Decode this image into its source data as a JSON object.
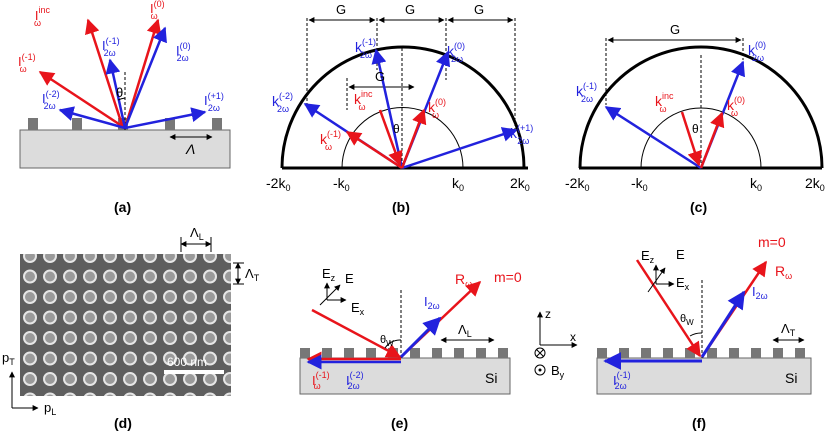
{
  "panels": {
    "a": {
      "caption": "(a)",
      "beams": {
        "inc": {
          "main": "I",
          "sub": "ω",
          "sup": "inc"
        },
        "r0": {
          "main": "I",
          "sub": "ω",
          "sup": "(0)"
        },
        "rm1": {
          "main": "I",
          "sub": "ω",
          "sup": "(-1)"
        },
        "b_m1": {
          "main": "I",
          "sub": "2ω",
          "sup": "(-1)"
        },
        "b0": {
          "main": "I",
          "sub": "2ω",
          "sup": "(0)"
        },
        "b_m2": {
          "main": "I",
          "sub": "2ω",
          "sup": "(-2)"
        },
        "b_p1": {
          "main": "I",
          "sub": "2ω",
          "sup": "(+1)"
        }
      },
      "theta": "θ",
      "period": "Λ"
    },
    "b": {
      "caption": "(b)",
      "G": "G",
      "axis": [
        "-2k",
        "-k",
        "k",
        "2k"
      ],
      "axis_sub": "0",
      "vectors": {
        "k_m2": {
          "main": "k",
          "sub": "2ω",
          "sup": "(-2)"
        },
        "k_m1_2w": {
          "main": "k",
          "sub": "2ω",
          "sup": "(-1)"
        },
        "k_0_2w": {
          "main": "k",
          "sub": "2ω",
          "sup": "(0)"
        },
        "k_p1_2w": {
          "main": "k",
          "sub": "2ω",
          "sup": "(+1)"
        },
        "k_inc": {
          "main": "k",
          "sub": "ω",
          "sup": "inc"
        },
        "k_0_w": {
          "main": "k",
          "sub": "ω",
          "sup": "(0)"
        },
        "k_m1_w": {
          "main": "k",
          "sub": "ω",
          "sup": "(-1)"
        }
      },
      "theta": "θ"
    },
    "c": {
      "caption": "(c)",
      "G": "G",
      "vectors": {
        "k_m1_2w": {
          "main": "k",
          "sub": "2ω",
          "sup": "(-1)"
        },
        "k_0_2w": {
          "main": "k",
          "sub": "2ω",
          "sup": "(0)"
        },
        "k_inc": {
          "main": "k",
          "sub": "ω",
          "sup": "inc"
        },
        "k_0_w": {
          "main": "k",
          "sub": "ω",
          "sup": "(0)"
        }
      },
      "theta": "θ"
    },
    "d": {
      "caption": "(d)",
      "lambda_L": {
        "main": "Λ",
        "sub": "L"
      },
      "lambda_T": {
        "main": "Λ",
        "sub": "T"
      },
      "scale": "600 nm",
      "pT": {
        "main": "p",
        "sub": "T"
      },
      "pL": {
        "main": "p",
        "sub": "L"
      }
    },
    "e": {
      "caption": "(e)",
      "Ez": {
        "main": "E",
        "sub": "z"
      },
      "E": "E",
      "Ex": {
        "main": "E",
        "sub": "x"
      },
      "R": {
        "main": "R",
        "sub": "ω"
      },
      "m": "m=0",
      "I2w": {
        "main": "I",
        "sub": "2ω"
      },
      "thetaW": {
        "main": "θ",
        "sub": "W"
      },
      "lambda": {
        "main": "Λ",
        "sub": "L"
      },
      "Iw_m1": {
        "main": "I",
        "sub": "ω",
        "sup": "(-1)"
      },
      "I2w_m2": {
        "main": "I",
        "sub": "2ω",
        "sup": "(-2)"
      },
      "Si": "Si"
    },
    "axes": {
      "z": "z",
      "x": "x",
      "B": {
        "main": "B",
        "sub": "y"
      }
    },
    "f": {
      "caption": "(f)",
      "Ez": {
        "main": "E",
        "sub": "z"
      },
      "E": "E",
      "Ex": {
        "main": "E",
        "sub": "x"
      },
      "m": "m=0",
      "R": {
        "main": "R",
        "sub": "ω"
      },
      "I2w": {
        "main": "I",
        "sub": "2ω"
      },
      "thetaW": {
        "main": "θ",
        "sub": "W"
      },
      "lambda": {
        "main": "Λ",
        "sub": "T"
      },
      "I2w_m1": {
        "main": "I",
        "sub": "2ω",
        "sup": "(-1)"
      },
      "Si": "Si"
    }
  }
}
